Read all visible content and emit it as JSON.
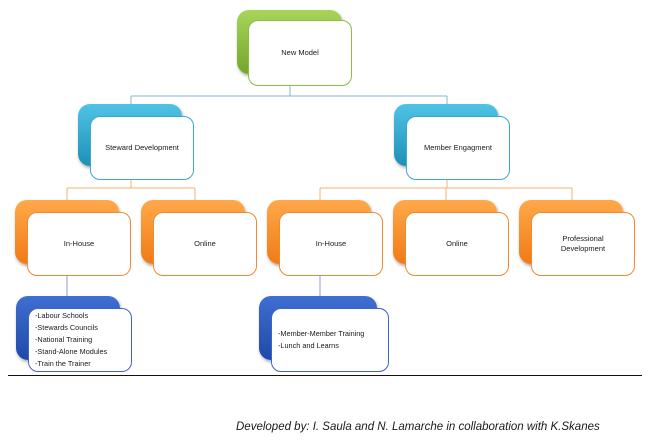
{
  "diagram": {
    "root": {
      "label": "New Model"
    },
    "branches": [
      {
        "label": "Steward Development",
        "children": [
          {
            "label": "In-House"
          },
          {
            "label": "Online"
          }
        ],
        "inhouse_items": [
          "-Labour Schools",
          "-Stewards Councils",
          "-National Training",
          "-Stand-Alone Modules",
          "-Train the Trainer"
        ]
      },
      {
        "label": "Member Engagment",
        "children": [
          {
            "label": "In-House"
          },
          {
            "label": "Online"
          },
          {
            "label": "Professional Development"
          }
        ],
        "inhouse_items": [
          "-Member-Member Training",
          "-Lunch and Learns"
        ]
      }
    ]
  },
  "credit": "Developed by: I. Saula and N. Lamarche in collaboration with K.Skanes",
  "colors": {
    "root": "#8cc63f",
    "level1": "#2fa8d8",
    "level2": "#f7891f",
    "level3": "#2f5fbf",
    "connector_root": "#7fb0c8",
    "connector_level2": "#f5b070"
  }
}
